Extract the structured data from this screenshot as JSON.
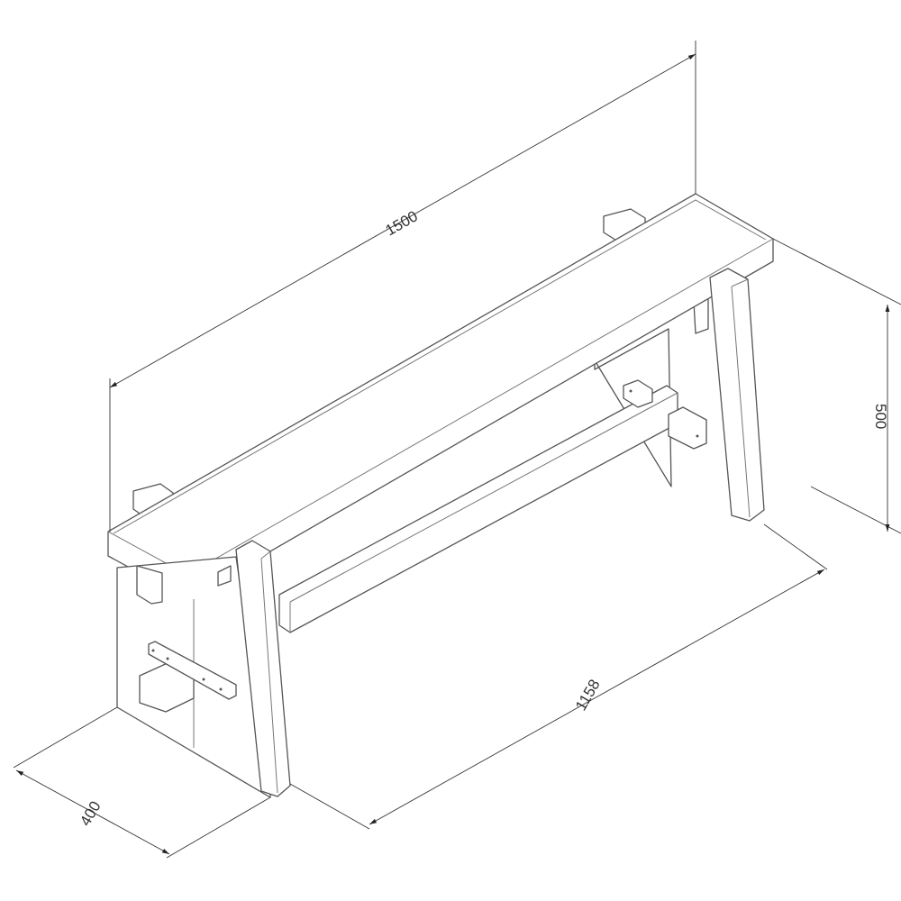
{
  "drawing": {
    "title": "Bench dimension drawing",
    "dimensions": {
      "length": "1500",
      "height": "500",
      "leg_span": "1158",
      "depth": "400"
    }
  }
}
